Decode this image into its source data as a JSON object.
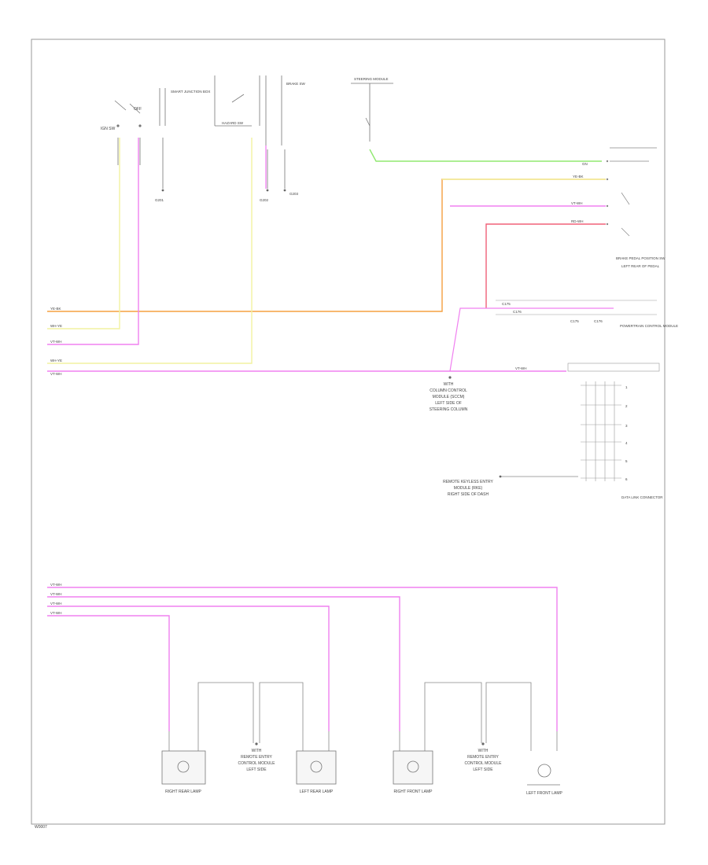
{
  "footer_code": "W0007",
  "colors": {
    "yellow": "#f2f2a0",
    "pink": "#f080f0",
    "orange": "#f5a040",
    "green": "#90e870",
    "red": "#f06078",
    "frame": "#9a9a9a"
  },
  "top_components": [
    {
      "id": "ignition-switch-label",
      "text": "IGN SW"
    },
    {
      "id": "fuse-junction-label",
      "text": "SMART JUNCTION BOX"
    },
    {
      "id": "hazard-switch-label",
      "text": "HAZARD SW"
    },
    {
      "id": "brake-switch-label",
      "text": "BRAKE SW"
    },
    {
      "id": "steering-module-label",
      "text": "STEERING MODULE"
    }
  ],
  "ground_labels": {
    "left": "G201",
    "mid": "G202",
    "right": "G203"
  },
  "wire_labels": {
    "green_top": "GN",
    "yellow_top": "YE-BK",
    "pink_mid": "VT-WH",
    "red_mid": "RD-WH",
    "orange_left": "YE-BK",
    "yellow_left": "WH-YE",
    "pink_left": "VT-WH",
    "yellow_left2": "WH-YE",
    "pink_left2": "VT-WH",
    "pink_bus": "VT-WH",
    "bottom_1": "VT-WH",
    "bottom_2": "VT-WH",
    "bottom_3": "VT-WH",
    "bottom_4": "VT-WH"
  },
  "right_module": {
    "title": "BRAKE PEDAL POSITION SW",
    "sub": "LEFT REAR OF PEDAL",
    "pcm_label": "POWERTRAIN CONTROL MODULE",
    "col_a": "C175",
    "col_b": "C176"
  },
  "note_block": {
    "title": "WITH",
    "lines": [
      "COLUMN CONTROL",
      "MODULE (SCCM)",
      "LEFT SIDE OF",
      "STEERING COLUMN"
    ]
  },
  "note_block2": {
    "lines": [
      "REMOTE KEYLESS ENTRY",
      "MODULE (RKE)",
      "RIGHT SIDE OF DASH"
    ]
  },
  "dlc_label": "DATA LINK CONNECTOR",
  "bottom_components": [
    {
      "id": "lamp-1",
      "text": "RIGHT REAR LAMP"
    },
    {
      "id": "lamp-2",
      "text": "LEFT REAR LAMP"
    },
    {
      "id": "lamp-3",
      "text": "RIGHT FRONT LAMP"
    },
    {
      "id": "lamp-4",
      "text": "LEFT FRONT LAMP"
    }
  ],
  "bottom_notes": [
    {
      "id": "note-a",
      "lines": [
        "WITH",
        "REMOTE ENTRY",
        "CONTROL MODULE",
        "LEFT SIDE"
      ]
    },
    {
      "id": "note-b",
      "lines": [
        "WITH",
        "REMOTE ENTRY",
        "CONTROL MODULE",
        "LEFT SIDE"
      ]
    }
  ]
}
